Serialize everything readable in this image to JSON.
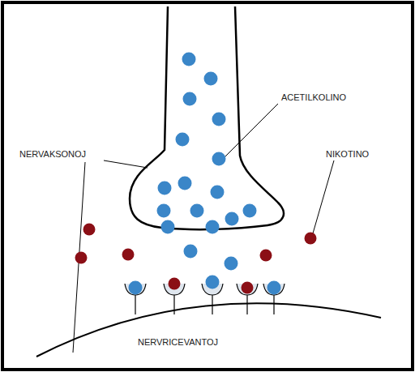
{
  "diagram": {
    "labels": [
      "ACETILKOLINO",
      "NERVAKSONOJ",
      "NIKOTINO",
      "NERVRICEVANTOJ"
    ]
  }
}
